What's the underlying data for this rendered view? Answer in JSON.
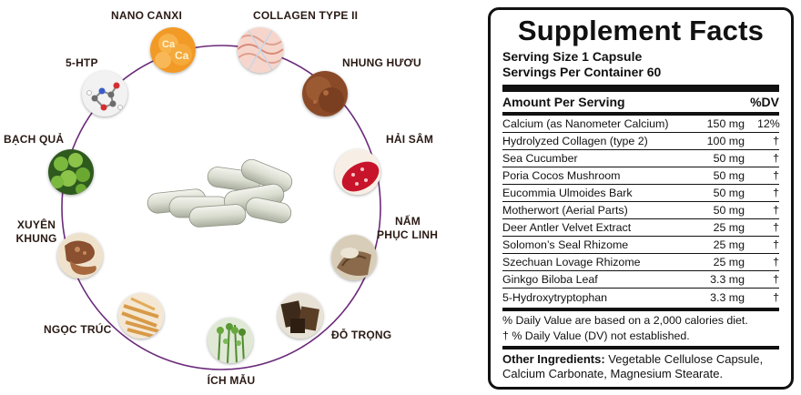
{
  "wheel": {
    "ring_color": "#6b2a7a",
    "center_item": "capsule-pile",
    "ingredients": [
      {
        "id": "nano-canxi",
        "label": "NANO CANXI",
        "icon": "calcium-icon"
      },
      {
        "id": "collagen",
        "label": "COLLAGEN TYPE II",
        "icon": "collagen-icon"
      },
      {
        "id": "nhung-huou",
        "label": "NHUNG HƯƠU",
        "icon": "antler-powder-icon"
      },
      {
        "id": "hai-sam",
        "label": "HẢI SÂM",
        "icon": "sea-cucumber-icon"
      },
      {
        "id": "nam-phuc-linh",
        "label_line1": "NẤM",
        "label_line2": "PHỤC LINH",
        "icon": "poria-mushroom-icon"
      },
      {
        "id": "do-trong",
        "label": "ĐỖ TRỌNG",
        "icon": "eucommia-bark-icon"
      },
      {
        "id": "ich-mau",
        "label": "ÍCH MẪU",
        "icon": "motherwort-icon"
      },
      {
        "id": "ngoc-truc",
        "label": "NGỌC TRÚC",
        "icon": "solomons-seal-icon"
      },
      {
        "id": "xuyen-khung",
        "label_line1": "XUYÊN",
        "label_line2": "KHUNG",
        "icon": "lovage-rhizome-icon"
      },
      {
        "id": "bach-qua",
        "label": "BẠCH QUẢ",
        "icon": "ginkgo-icon"
      },
      {
        "id": "5-htp",
        "label": "5-HTP",
        "icon": "molecule-icon"
      }
    ]
  },
  "facts": {
    "title": "Supplement Facts",
    "serving_size": "Serving Size 1 Capsule",
    "servings_per_container": "Servings Per Container 60",
    "amount_header": "Amount Per Serving",
    "dv_header": "%DV",
    "rows": [
      {
        "name": "Calcium (as Nanometer Calcium)",
        "amount": "150 mg",
        "dv": "12%"
      },
      {
        "name": "Hydrolyzed Collagen (type 2)",
        "amount": "100 mg",
        "dv": "†"
      },
      {
        "name": "Sea Cucumber",
        "amount": "50 mg",
        "dv": "†"
      },
      {
        "name": "Poria Cocos Mushroom",
        "amount": "50 mg",
        "dv": "†"
      },
      {
        "name": "Eucommia Ulmoides Bark",
        "amount": "50 mg",
        "dv": "†"
      },
      {
        "name": "Motherwort (Aerial Parts)",
        "amount": "50 mg",
        "dv": "†"
      },
      {
        "name": "Deer Antler Velvet Extract",
        "amount": "25 mg",
        "dv": "†"
      },
      {
        "name": "Solomon’s Seal Rhizome",
        "amount": "25 mg",
        "dv": "†"
      },
      {
        "name": "Szechuan Lovage Rhizome",
        "amount": "25 mg",
        "dv": "†"
      },
      {
        "name": "Ginkgo Biloba Leaf",
        "amount": "3.3 mg",
        "dv": "†"
      },
      {
        "name": "5-Hydroxytryptophan",
        "amount": "3.3 mg",
        "dv": "†"
      }
    ],
    "footnote_1": "% Daily Value are based on a 2,000 calories diet.",
    "footnote_2": "† % Daily Value (DV) not established.",
    "other_label": "Other Ingredients:",
    "other_text": " Vegetable Cellulose Capsule, Calcium Carbonate, Magnesium Stearate."
  }
}
